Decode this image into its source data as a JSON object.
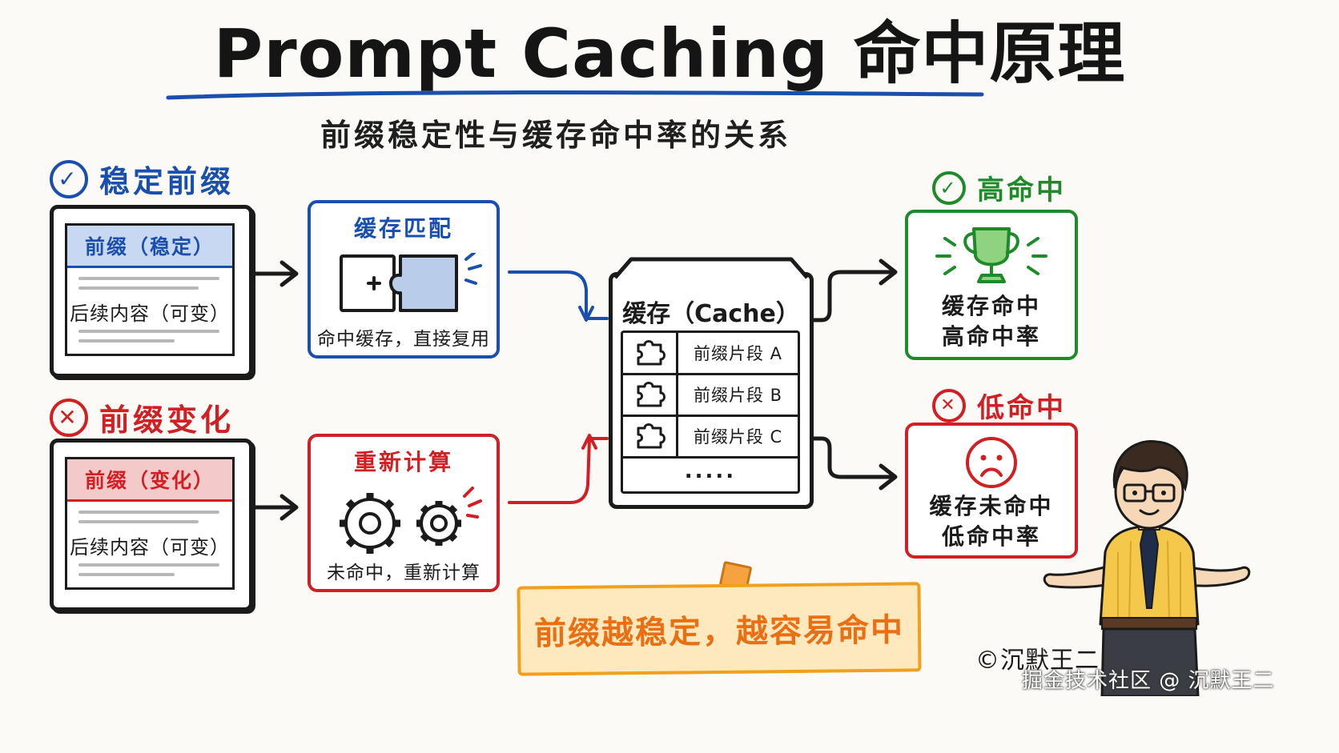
{
  "title": "Prompt Caching 命中原理",
  "subtitle": "前缀稳定性与缓存命中率的关系",
  "stable": {
    "header": "稳定前缀",
    "doc_prefix": "前缀（稳定）",
    "doc_body": "后续内容（可变）",
    "process_title": "缓存匹配",
    "process_caption": "命中缓存，直接复用"
  },
  "changed": {
    "header": "前缀变化",
    "doc_prefix": "前缀（变化）",
    "doc_body": "后续内容（可变）",
    "process_title": "重新计算",
    "process_caption": "未命中，重新计算"
  },
  "cache": {
    "title": "缓存（Cache）",
    "rows": [
      "前缀片段 A",
      "前缀片段 B",
      "前缀片段 C"
    ],
    "more": "....."
  },
  "high": {
    "header": "高命中",
    "line1": "缓存命中",
    "line2": "高命中率"
  },
  "low": {
    "header": "低命中",
    "line1": "缓存未命中",
    "line2": "低命中率"
  },
  "note": "前缀越稳定，越容易命中",
  "copyright": "©沉默王二",
  "watermark": "掘金技术社区 @ 沉默王二",
  "colors": {
    "blue": "#1b4fad",
    "red": "#d21f24",
    "green": "#1e8a2a",
    "orange": "#e96f12"
  }
}
